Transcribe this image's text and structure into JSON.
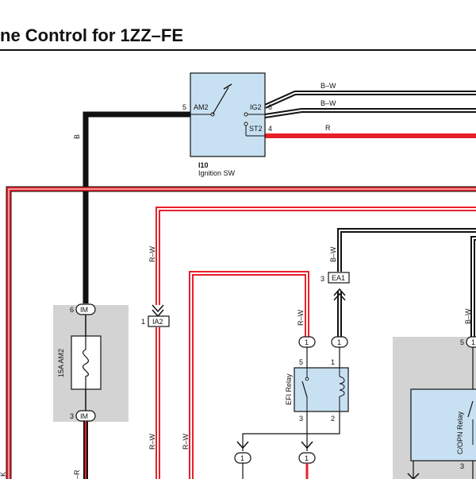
{
  "title": "ne Control for 1ZZ–FE",
  "colors": {
    "red": "#e8202a",
    "black": "#111111",
    "relay_fill": "#c8e1f2",
    "group_fill": "#d3d3d3"
  },
  "ignition_switch": {
    "code": "I10",
    "name": "Ignition SW",
    "terminal_am2": "AM2",
    "terminal_ig2": "IG2",
    "terminal_st2": "ST2",
    "pin_am2": "5",
    "pin_ig2": "6",
    "pin_st2": "4"
  },
  "wires": {
    "bw_top": "B–W",
    "bw_mid": "B–W",
    "r": "R",
    "b": "B",
    "rw_left": "R–W",
    "rw_efi": "R–W",
    "bw_ea1": "B–W",
    "bw_right": "B–W",
    "rw_bottom1": "R–W",
    "rw_bottom2": "R–W",
    "edge_left": "K",
    "edge_left2": "–R"
  },
  "fuse": {
    "name": "15A AM2",
    "connector": "IM",
    "pin_top": "6",
    "pin_bottom": "3"
  },
  "connectors": {
    "ia2": {
      "label": "IA2",
      "pin": "1"
    },
    "ea1": {
      "label": "EA1",
      "pin": "3"
    }
  },
  "efi_relay": {
    "name": "EFI Relay",
    "junction": "1",
    "pin_5": "5",
    "pin_1": "1",
    "pin_3": "3",
    "pin_2": "2"
  },
  "copn_relay": {
    "name": "C/OPN Relay",
    "junction": "1",
    "pin_5": "5",
    "pin_3": "3"
  },
  "bottom_junctions": {
    "left": "1",
    "right": "1"
  }
}
